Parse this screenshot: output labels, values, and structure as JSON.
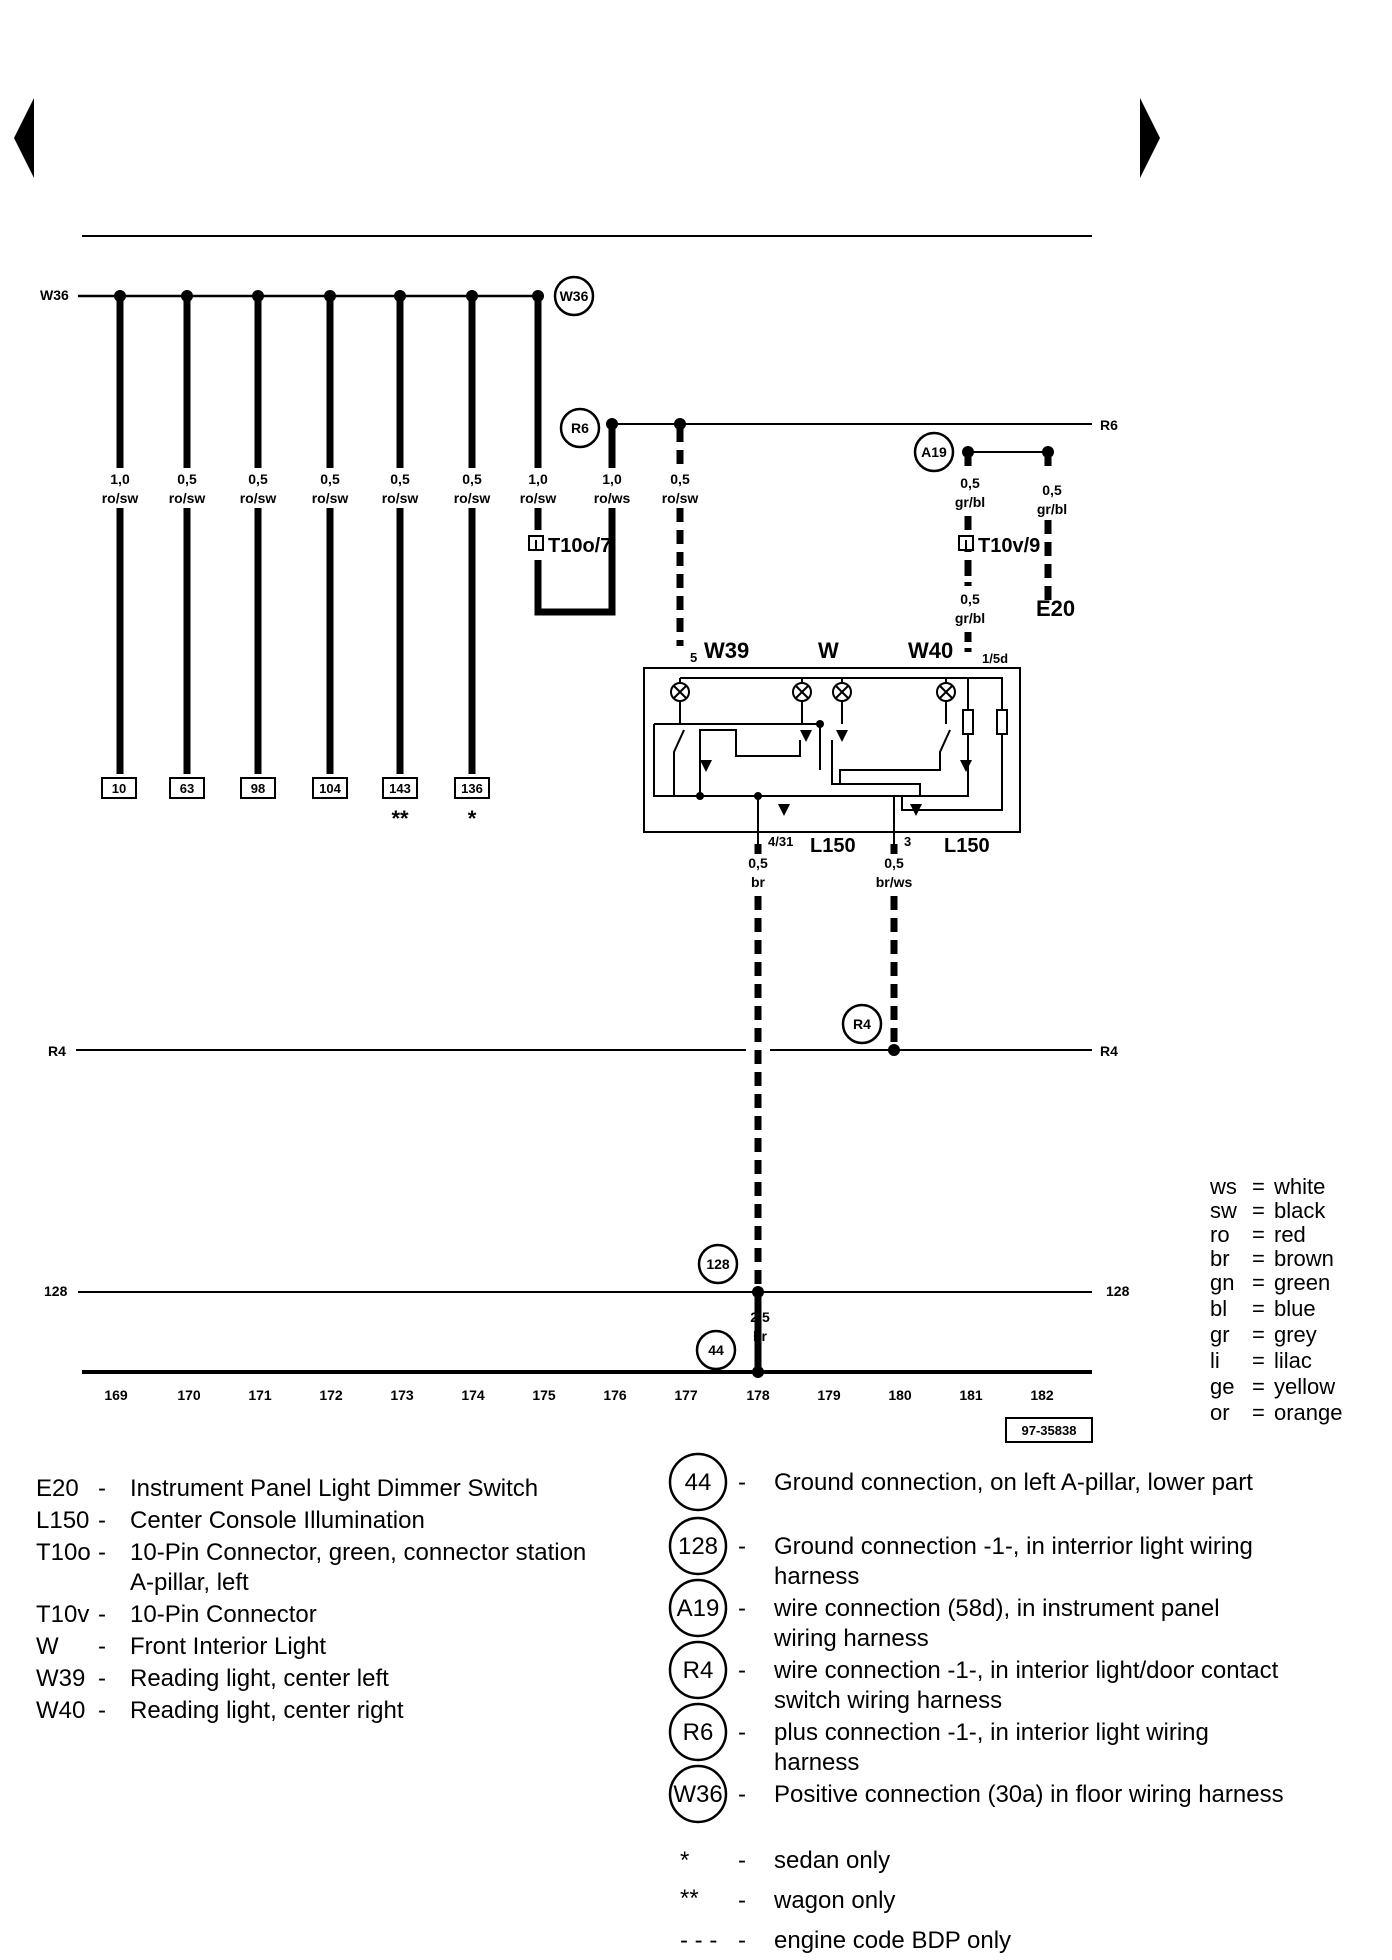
{
  "header": {
    "nav_prev": "previous-page",
    "nav_next": "next-page"
  },
  "rails": {
    "w36_left": "W36",
    "r6_right": "R6",
    "r4_left": "R4",
    "r4_right": "R4",
    "gnd128_left": "128",
    "gnd128_right": "128"
  },
  "circles": {
    "w36": "W36",
    "r6": "R6",
    "a19": "A19",
    "r4": "R4",
    "c128": "128",
    "c44": "44"
  },
  "wires": [
    {
      "size": "1,0",
      "color": "ro/sw"
    },
    {
      "size": "0,5",
      "color": "ro/sw"
    },
    {
      "size": "0,5",
      "color": "ro/sw"
    },
    {
      "size": "0,5",
      "color": "ro/sw"
    },
    {
      "size": "0,5",
      "color": "ro/sw"
    },
    {
      "size": "0,5",
      "color": "ro/sw"
    },
    {
      "size": "1,0",
      "color": "ro/sw"
    },
    {
      "size": "1,0",
      "color": "ro/ws"
    },
    {
      "size": "0,5",
      "color": "ro/sw"
    },
    {
      "size": "0,5",
      "color": "gr/bl"
    },
    {
      "size": "0,5",
      "color": "gr/bl"
    },
    {
      "size": "0,5",
      "color": "gr/bl"
    },
    {
      "size": "0,5",
      "color": "br"
    },
    {
      "size": "0,5",
      "color": "br/ws"
    },
    {
      "size": "2,5",
      "color": "br"
    }
  ],
  "connectors": {
    "t10o7": "T10o/7",
    "t10v9": "T10v/9",
    "e20": "E20"
  },
  "component": {
    "w39": "W39",
    "w": "W",
    "w40": "W40",
    "pin5": "5",
    "pin15d": "1/5d",
    "pin431": "4/31",
    "pin3": "3",
    "l150a": "L150",
    "l150b": "L150"
  },
  "refs": [
    {
      "num": "10",
      "mark": ""
    },
    {
      "num": "63",
      "mark": ""
    },
    {
      "num": "98",
      "mark": ""
    },
    {
      "num": "104",
      "mark": ""
    },
    {
      "num": "143",
      "mark": "**"
    },
    {
      "num": "136",
      "mark": "*"
    }
  ],
  "tracks": [
    "169",
    "170",
    "171",
    "172",
    "173",
    "174",
    "175",
    "176",
    "177",
    "178",
    "179",
    "180",
    "181",
    "182"
  ],
  "figure_id": "97-35838",
  "color_codes": [
    {
      "code": "ws",
      "name": "white"
    },
    {
      "code": "sw",
      "name": "black"
    },
    {
      "code": "ro",
      "name": "red"
    },
    {
      "code": "br",
      "name": "brown"
    },
    {
      "code": "gn",
      "name": "green"
    },
    {
      "code": "bl",
      "name": "blue"
    },
    {
      "code": "gr",
      "name": "grey"
    },
    {
      "code": "li",
      "name": "lilac"
    },
    {
      "code": "ge",
      "name": "yellow"
    },
    {
      "code": "or",
      "name": "orange"
    }
  ],
  "legend_left": [
    {
      "code": "E20",
      "lines": [
        "Instrument Panel Light Dimmer Switch"
      ]
    },
    {
      "code": "L150",
      "lines": [
        "Center Console Illumination"
      ]
    },
    {
      "code": "T10o",
      "lines": [
        "10-Pin Connector, green, connector station",
        "A-pillar, left"
      ]
    },
    {
      "code": "T10v",
      "lines": [
        "10-Pin Connector"
      ]
    },
    {
      "code": "W",
      "lines": [
        "Front Interior Light"
      ]
    },
    {
      "code": "W39",
      "lines": [
        "Reading light, center left"
      ]
    },
    {
      "code": "W40",
      "lines": [
        "Reading light, center right"
      ]
    }
  ],
  "legend_right": [
    {
      "code": "44",
      "lines": [
        "Ground connection, on left A-pillar, lower part"
      ]
    },
    {
      "code": "128",
      "lines": [
        "Ground connection -1-, in interrior light wiring",
        "harness"
      ]
    },
    {
      "code": "A19",
      "lines": [
        "wire connection (58d), in instrument panel",
        "wiring harness"
      ]
    },
    {
      "code": "R4",
      "lines": [
        "wire connection -1-, in interior light/door contact",
        "switch wiring harness"
      ]
    },
    {
      "code": "R6",
      "lines": [
        "plus connection -1-, in interior light wiring",
        "harness"
      ]
    },
    {
      "code": "W36",
      "lines": [
        "Positive connection (30a) in floor wiring harness"
      ]
    }
  ],
  "notes": [
    {
      "symbol": "*",
      "text": "sedan only"
    },
    {
      "symbol": "**",
      "text": "wagon only"
    },
    {
      "symbol": "- - -",
      "text": "engine code BDP only"
    }
  ],
  "dash": "-"
}
